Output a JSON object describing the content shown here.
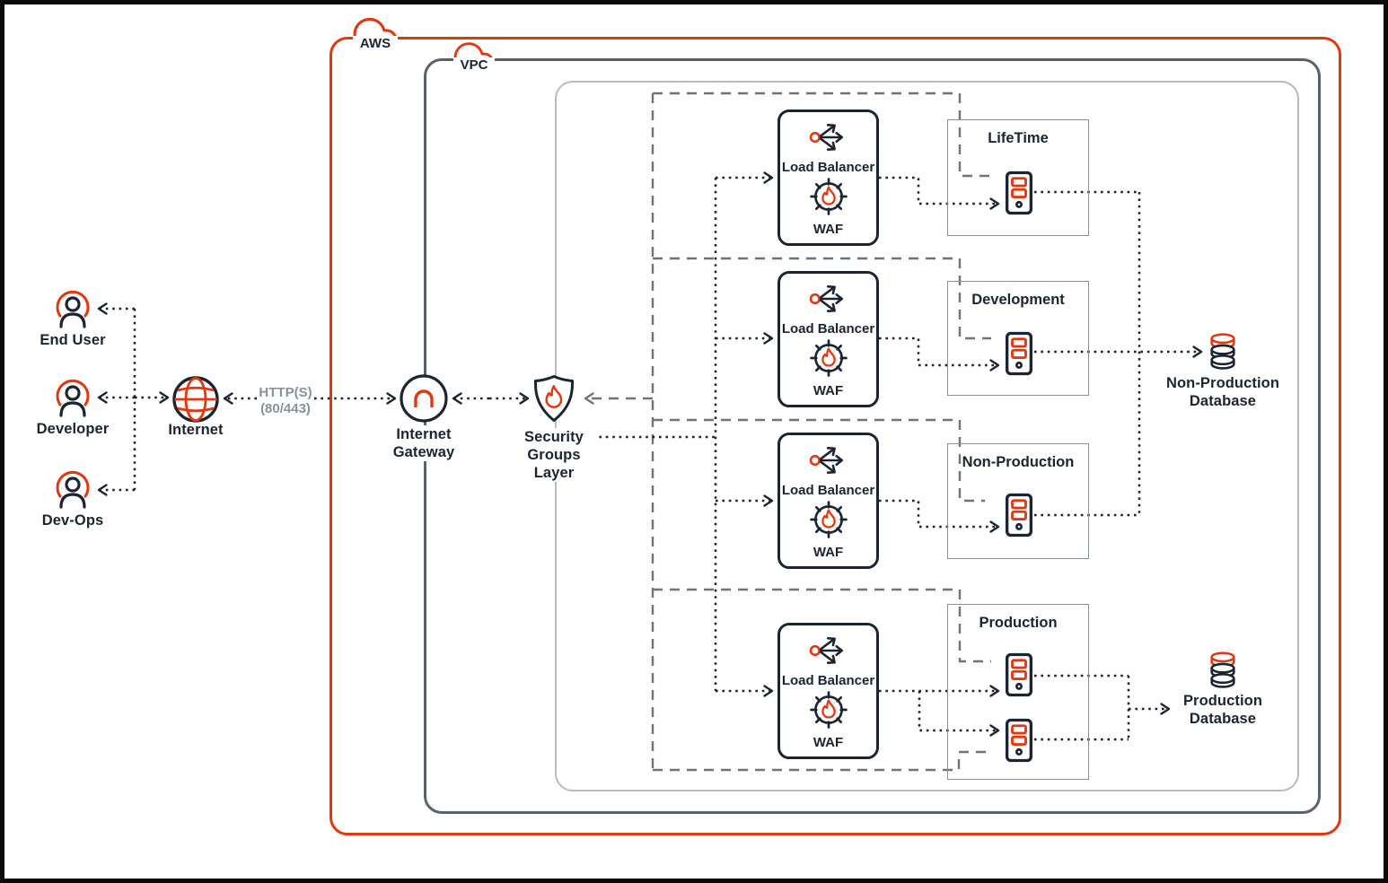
{
  "diagram": {
    "boundaries": {
      "aws": "AWS",
      "vpc": "VPC"
    },
    "actors": [
      {
        "label": "End User"
      },
      {
        "label": "Developer"
      },
      {
        "label": "Dev-Ops"
      }
    ],
    "internet": {
      "label": "Internet"
    },
    "connection": {
      "protocol": "HTTP(S)\n(80/443)"
    },
    "internet_gateway": {
      "label": "Internet\nGateway"
    },
    "security_groups": {
      "label": "Security\nGroups\nLayer"
    },
    "lb_units": [
      {
        "lb_label": "Load Balancer",
        "waf_label": "WAF"
      },
      {
        "lb_label": "Load Balancer",
        "waf_label": "WAF"
      },
      {
        "lb_label": "Load Balancer",
        "waf_label": "WAF"
      },
      {
        "lb_label": "Load Balancer",
        "waf_label": "WAF"
      }
    ],
    "environments": [
      {
        "title": "LifeTime"
      },
      {
        "title": "Development"
      },
      {
        "title": "Non-Production"
      },
      {
        "title": "Production"
      }
    ],
    "databases": [
      {
        "label": "Non-Production\nDatabase"
      },
      {
        "label": "Production\nDatabase"
      }
    ],
    "colors": {
      "accent_red": "#e5370e",
      "navy": "#1b2430",
      "vpc_border_gray": "#5a616b",
      "inner_border_gray": "#b6bac1",
      "env_border_gray": "#8a9097",
      "dashed_gray": "#6e747d",
      "protocol_text_gray": "#8a9198",
      "frame_black": "#0a0a0a"
    }
  }
}
